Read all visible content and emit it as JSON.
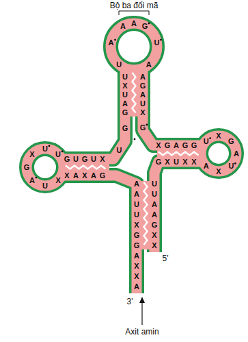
{
  "diagram": {
    "labels": [
      "Bộ ba đối mã",
      "A",
      "A",
      "G",
      "A",
      "U",
      "U",
      "A",
      "U",
      "X",
      "U",
      "A",
      "G",
      "A",
      "G",
      "A",
      "U",
      "X",
      "G",
      "U",
      "G",
      "U",
      "U",
      "X",
      "G",
      "A",
      "U",
      "X",
      "G",
      "U",
      "G",
      "U",
      "X",
      "X",
      "A",
      "X",
      "A",
      "G",
      "X",
      "G",
      "A",
      "G",
      "G",
      "G",
      "X",
      "U",
      "X",
      "X",
      "U",
      "X",
      "G",
      "A",
      "U",
      "X",
      "A",
      "A",
      "A",
      "U",
      "U",
      "X",
      "G",
      "G",
      "A",
      "X",
      "X",
      "A",
      "U",
      "U",
      "A",
      "A",
      "G",
      "X",
      "X",
      "5'",
      "3'",
      "Axit amin"
    ]
  }
}
